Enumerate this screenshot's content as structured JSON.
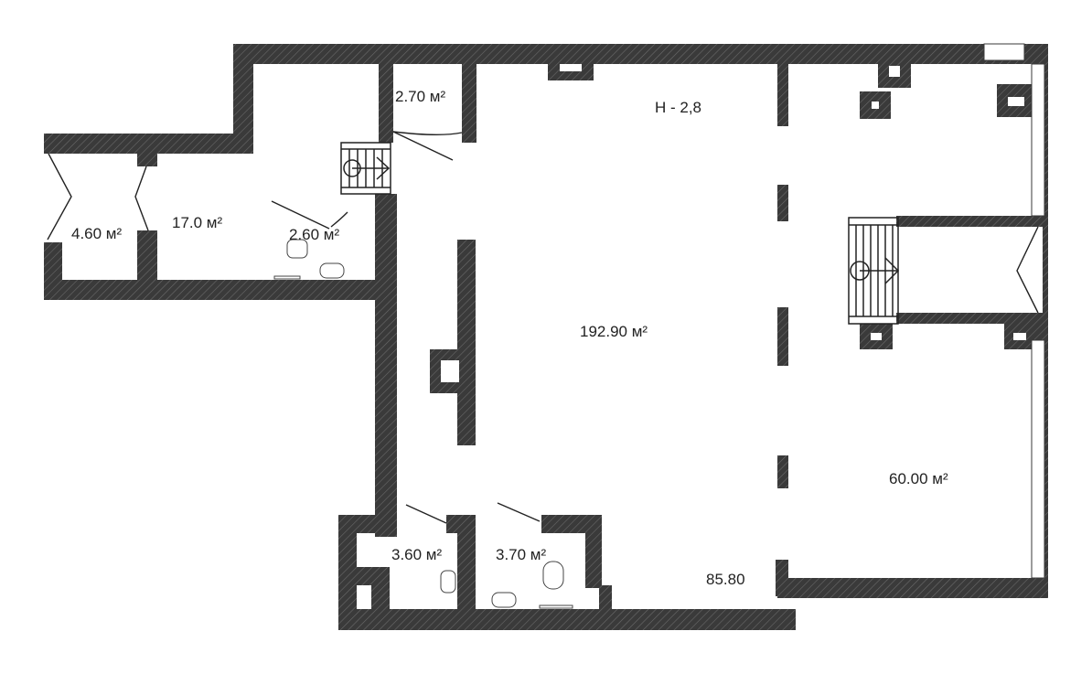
{
  "plan": {
    "height_note": "H - 2,8",
    "rooms": [
      {
        "id": "room-main-hall",
        "area": "192.90 м²"
      },
      {
        "id": "room-east-hall",
        "area": "60.00 м²"
      },
      {
        "id": "room-west-office",
        "area": "17.0 м²"
      },
      {
        "id": "room-west-closet",
        "area": "4.60 м²"
      },
      {
        "id": "room-wc-upper",
        "area": "2.60 м²"
      },
      {
        "id": "room-storage-upper",
        "area": "2.70 м²"
      },
      {
        "id": "room-wc-lower-left",
        "area": "3.60 м²"
      },
      {
        "id": "room-wc-lower-right",
        "area": "3.70 м²"
      },
      {
        "id": "room-south-strip",
        "area": "85.80"
      }
    ]
  },
  "colors": {
    "wall": "#3a3a3a",
    "hatch": "#6a6a6a",
    "window": "#ffffff",
    "background": "#ffffff"
  }
}
